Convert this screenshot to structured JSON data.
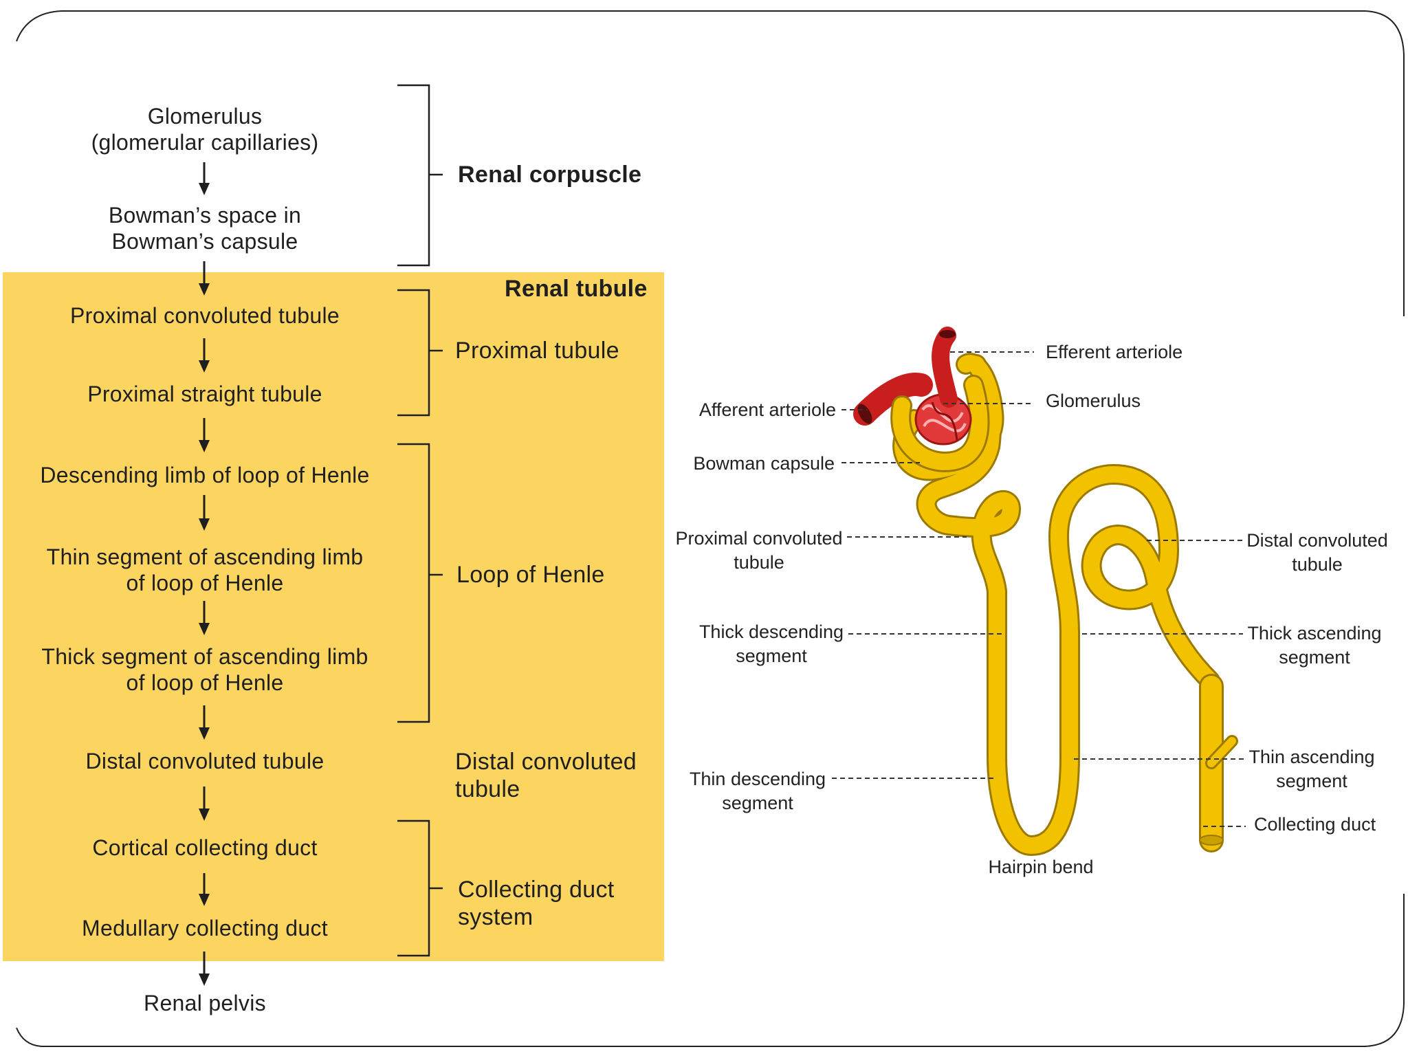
{
  "flow": {
    "steps": [
      {
        "line1": "Glomerulus",
        "line2": "(glomerular capillaries)"
      },
      {
        "line1": "Bowman’s space in",
        "line2": "Bowman’s capsule"
      },
      {
        "line1": "Proximal convoluted tubule"
      },
      {
        "line1": "Proximal straight tubule"
      },
      {
        "line1": "Descending limb of loop of Henle"
      },
      {
        "line1": "Thin segment of ascending limb",
        "line2": "of loop of Henle"
      },
      {
        "line1": "Thick segment of ascending limb",
        "line2": "of loop of Henle"
      },
      {
        "line1": "Distal convoluted tubule"
      },
      {
        "line1": "Cortical collecting duct"
      },
      {
        "line1": "Medullary collecting duct"
      },
      {
        "line1": "Renal pelvis"
      }
    ],
    "groups": {
      "renal_corpuscle": "Renal corpuscle",
      "renal_tubule": "Renal tubule",
      "proximal_tubule": "Proximal tubule",
      "loop_of_henle": "Loop of Henle",
      "distal_line1": "Distal convoluted",
      "distal_line2": "tubule",
      "collecting_line1": "Collecting duct",
      "collecting_line2": "system"
    }
  },
  "nephron": {
    "labels": {
      "efferent_arteriole": "Efferent arteriole",
      "glomerulus": "Glomerulus",
      "afferent_arteriole": "Afferent arteriole",
      "bowman_capsule": "Bowman capsule",
      "pct_line1": "Proximal convoluted",
      "pct_line2": "tubule",
      "dct_line1": "Distal convoluted",
      "dct_line2": "tubule",
      "thick_desc_line1": "Thick descending",
      "thick_desc_line2": "segment",
      "thick_asc_line1": "Thick ascending",
      "thick_asc_line2": "segment",
      "thin_asc_line1": "Thin ascending",
      "thin_asc_line2": "segment",
      "thin_desc_line1": "Thin descending",
      "thin_desc_line2": "segment",
      "collecting_duct": "Collecting duct",
      "hairpin_bend": "Hairpin bend"
    }
  },
  "colors": {
    "panel": "#fcd460",
    "tubule": "#f2c200",
    "tubule_edge": "#b58f00",
    "vessel": "#d42020"
  }
}
